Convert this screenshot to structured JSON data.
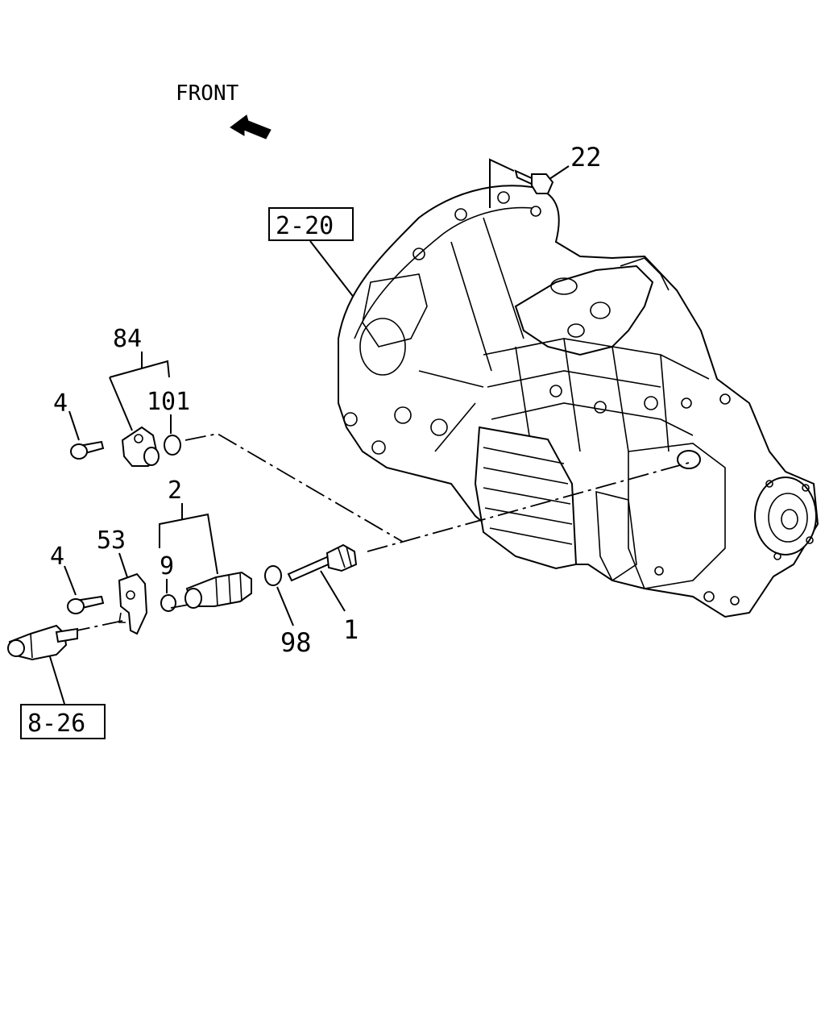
{
  "orientation": {
    "label": "FRONT",
    "arrow_icon": "front-arrow-icon"
  },
  "references": {
    "transmission_case": "2-20",
    "speed_sensor_ref": "8-26"
  },
  "callouts": {
    "bolt_top": "22",
    "plate_assembly": "84",
    "oring_small": "101",
    "bolt_upper": "4",
    "sleeve_assembly": "2",
    "bracket": "53",
    "bolt_lower": "4",
    "bushing": "9",
    "oring_large": "98",
    "driven_gear": "1"
  }
}
